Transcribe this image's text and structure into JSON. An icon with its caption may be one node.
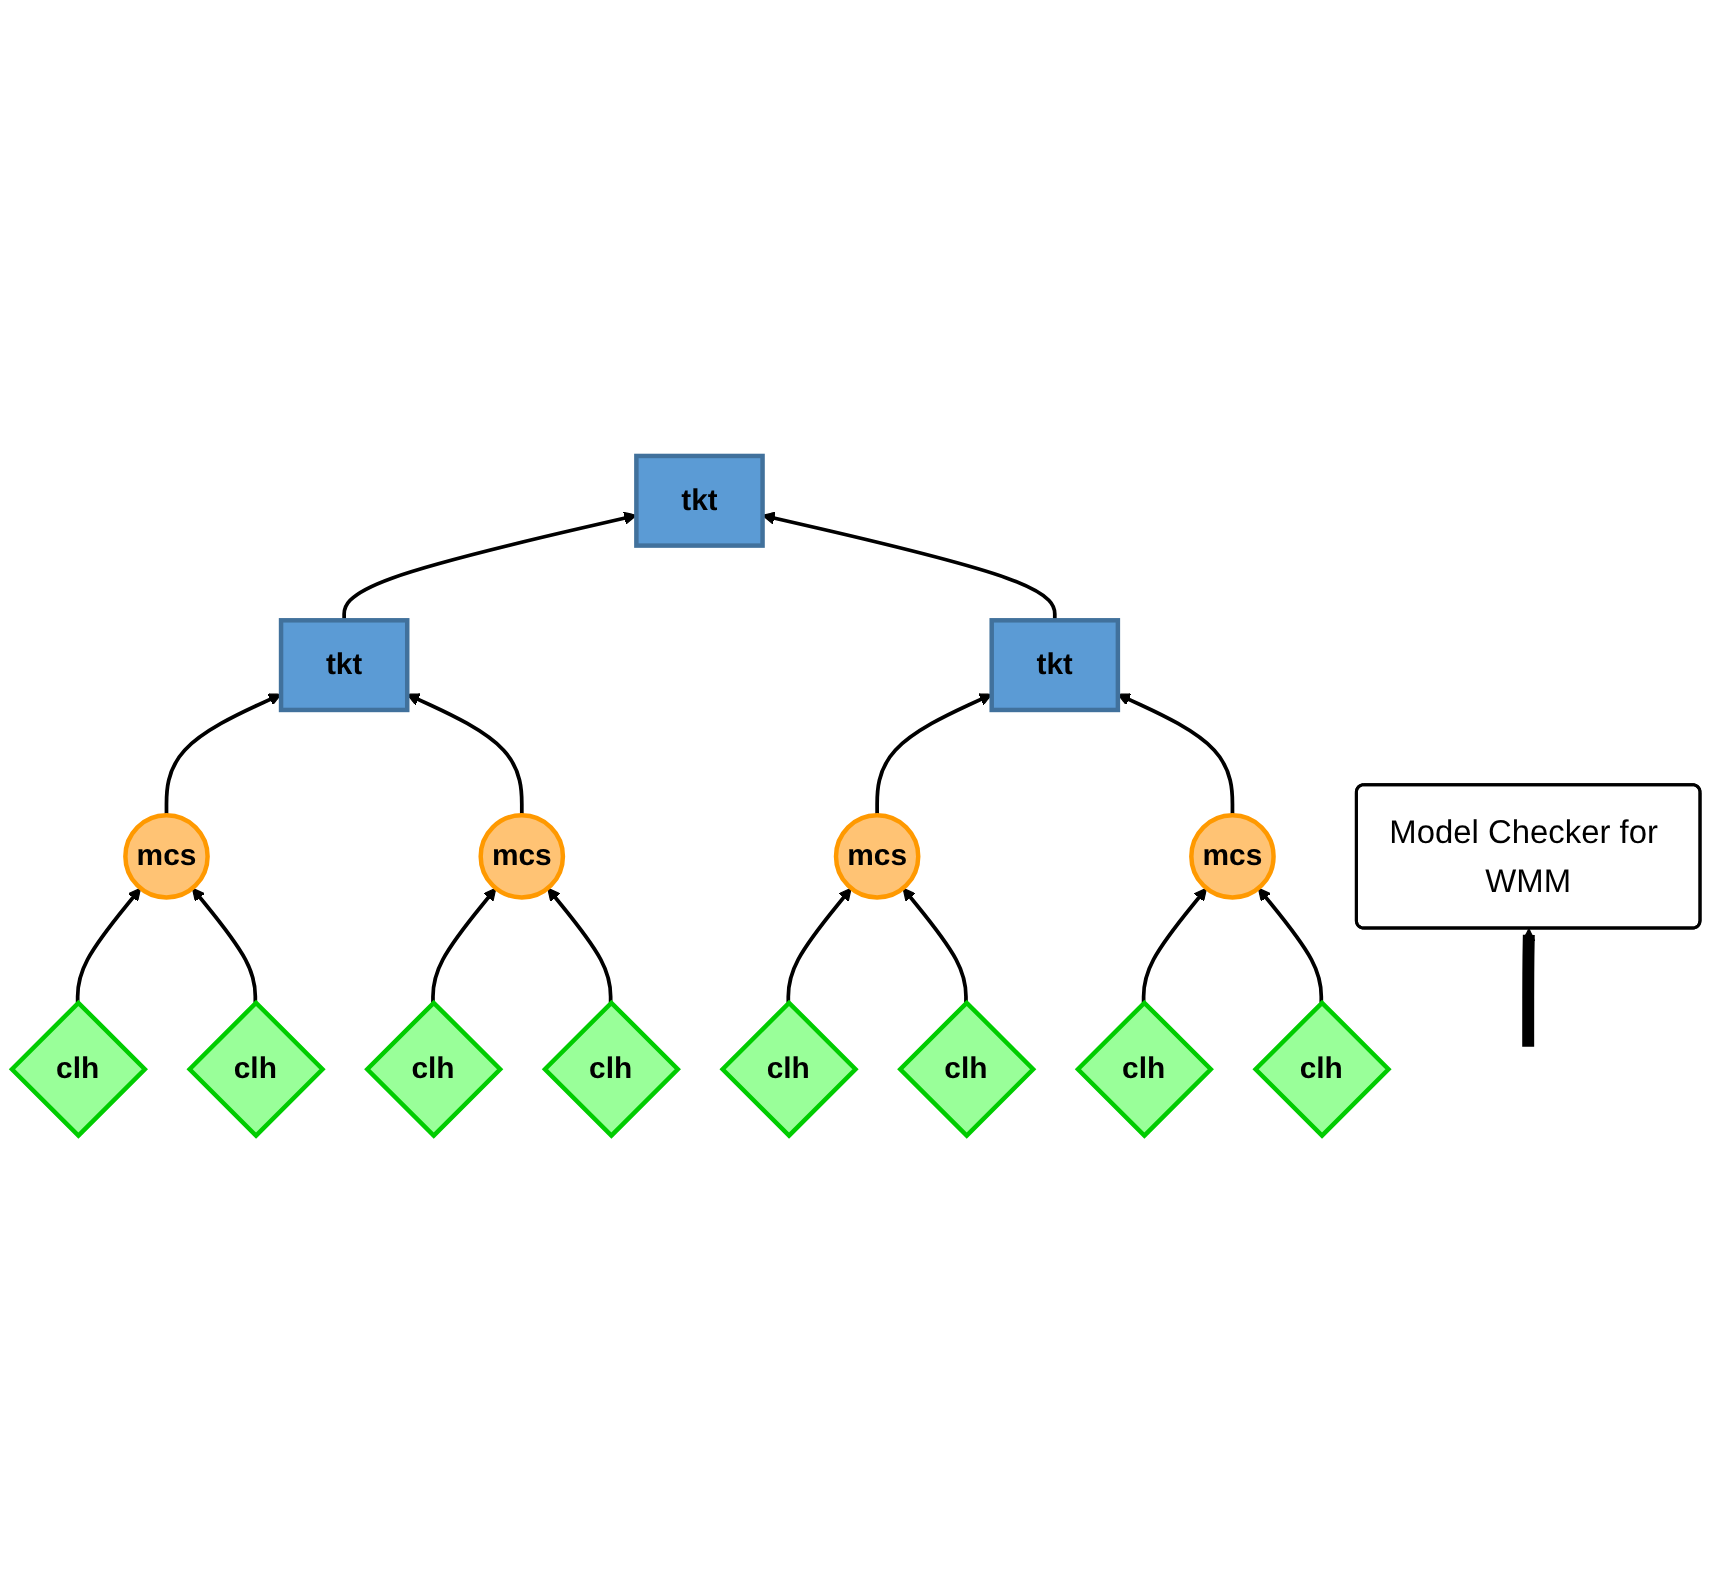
{
  "diagram": {
    "nodes": [
      {
        "text": [
          "tkt"
        ]
      },
      {
        "text": [
          "tkt"
        ]
      },
      {
        "text": [
          "tkt"
        ]
      },
      {
        "text": [
          "mcs"
        ]
      },
      {
        "text": [
          "mcs"
        ]
      },
      {
        "text": [
          "mcs"
        ]
      },
      {
        "text": [
          "mcs"
        ]
      },
      {
        "text": [
          "clh"
        ]
      },
      {
        "text": [
          "clh"
        ]
      },
      {
        "text": [
          "clh"
        ]
      },
      {
        "text": [
          "clh"
        ]
      },
      {
        "text": [
          "clh"
        ]
      },
      {
        "text": [
          "clh"
        ]
      },
      {
        "text": [
          "clh"
        ]
      },
      {
        "text": [
          "clh"
        ]
      },
      {
        "text": [
          "Model Checker for WMM"
        ]
      }
    ],
    "edges": [
      {
        "from": 7,
        "to": 3,
        "arrow": "to"
      },
      {
        "from": 8,
        "to": 3,
        "arrow": "to"
      },
      {
        "from": 9,
        "to": 4,
        "arrow": "to"
      },
      {
        "from": 10,
        "to": 4,
        "arrow": "to"
      },
      {
        "from": 11,
        "to": 5,
        "arrow": "to"
      },
      {
        "from": 12,
        "to": 5,
        "arrow": "to"
      },
      {
        "from": 13,
        "to": 6,
        "arrow": "to"
      },
      {
        "from": 14,
        "to": 6,
        "arrow": "to"
      },
      {
        "from": 3,
        "to": 1,
        "arrow": "to"
      },
      {
        "from": 4,
        "to": 1,
        "arrow": "to"
      },
      {
        "from": 5,
        "to": 2,
        "arrow": "to"
      },
      {
        "from": 6,
        "to": 2,
        "arrow": "to"
      },
      {
        "from": 1,
        "to": 0,
        "arrow": "to"
      },
      {
        "from": 2,
        "to": 0,
        "arrow": "to"
      },
      {
        "from": null,
        "to": 15,
        "arrow": "to",
        "style": "thick"
      }
    ]
  }
}
